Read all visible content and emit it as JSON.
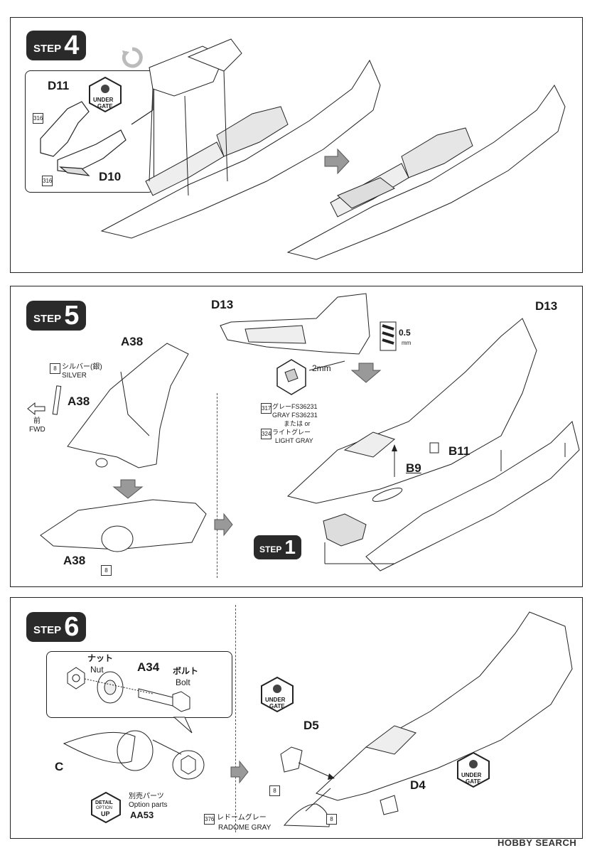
{
  "steps": [
    {
      "word": "STEP",
      "num": "4"
    },
    {
      "word": "STEP",
      "num": "5"
    },
    {
      "word": "STEP",
      "num": "6"
    }
  ],
  "step4": {
    "parts": {
      "d11": "D11",
      "d10": "D10"
    },
    "ref_a": "316",
    "ref_b": "316",
    "under_gate": [
      "UNDER",
      "GATE"
    ]
  },
  "step5": {
    "a38_top": "A38",
    "a38_mid": "A38",
    "a38_bottom": "A38",
    "color_ref": "8",
    "color_jp": "シルバー(銀)",
    "color_en": "SILVER",
    "fwd_jp": "前",
    "fwd_en": "FWD",
    "ref_bottom": "8",
    "d13_left": "D13",
    "d13_right": "D13",
    "drill_size": "0.5",
    "drill_unit": "mm",
    "hole_size": "2mm",
    "gray_ref": "317",
    "gray_jp": "グレーFS36231",
    "gray_en": "GRAY FS36231",
    "or_text": "または or",
    "lgray_ref": "324",
    "lgray_jp": "ライトグレー",
    "lgray_en": "LIGHT GRAY",
    "b11": "B11",
    "b9": "B9",
    "step1_word": "STEP",
    "step1_num": "1"
  },
  "step6": {
    "nut_jp": "ナット",
    "nut_en": "Nut",
    "a34": "A34",
    "bolt_jp": "ボルト",
    "bolt_en": "Bolt",
    "c": "C",
    "detail": [
      "DETAIL",
      "OPTION",
      "UP"
    ],
    "option_jp": "別売パーツ",
    "option_en": "Option parts",
    "option_code": "AA53",
    "d5": "D5",
    "d4": "D4",
    "ref_8a": "8",
    "ref_8b": "8",
    "radome_ref": "376",
    "radome_jp": "レドームグレー",
    "radome_en": "RADOME GRAY",
    "under_gate_a": [
      "UNDER",
      "GATE"
    ],
    "under_gate_b": [
      "UNDER",
      "GATE"
    ]
  },
  "watermark": {
    "brand": "HOBBY SEARCH"
  }
}
